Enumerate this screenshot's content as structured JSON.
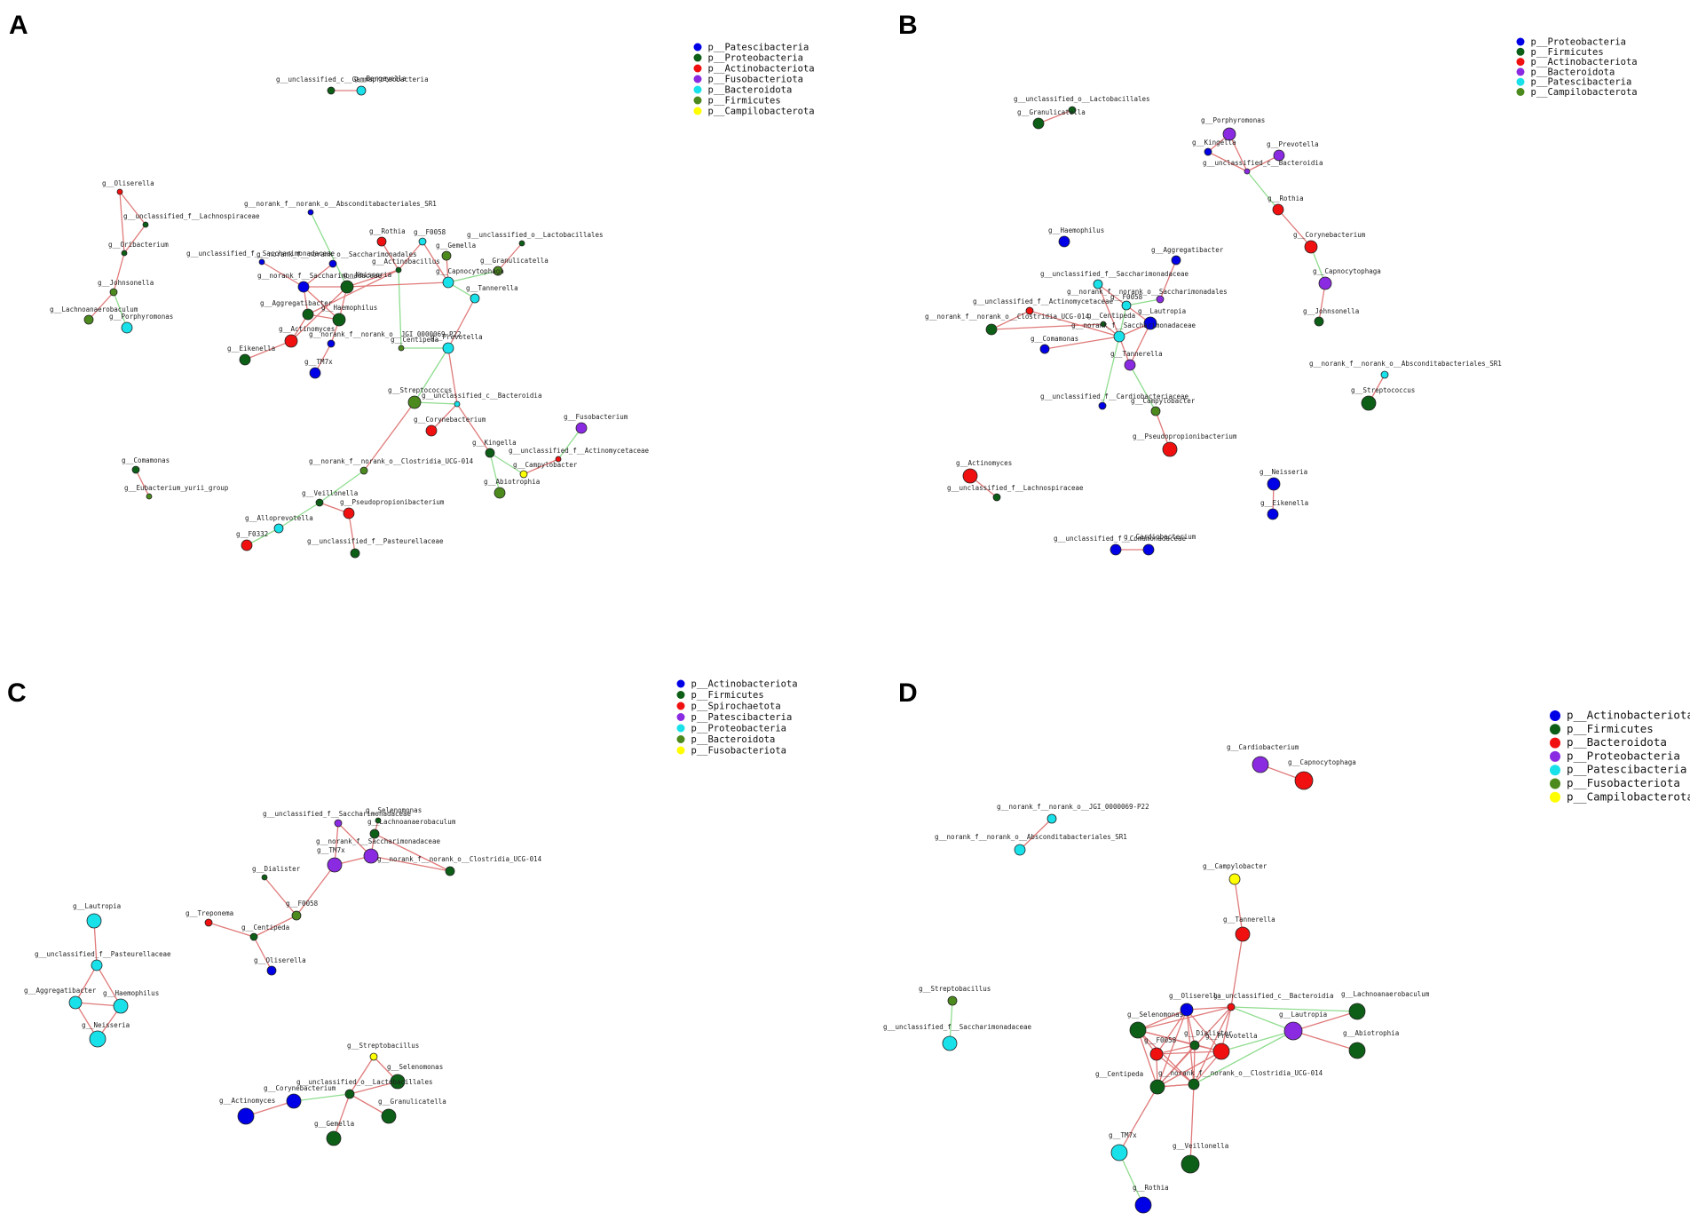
{
  "colors": {
    "blue": "#0000e6",
    "darkgreen": "#0d5e16",
    "red": "#f01010",
    "purple": "#8a2be2",
    "cyan": "#19e1ea",
    "olive": "#4c8a1e",
    "yellow": "#ffff00",
    "edge_pos": "#e07a7a",
    "edge_neg": "#8fdc8f",
    "outline": "#222222"
  },
  "panels": [
    {
      "letter": "A",
      "legend": [
        {
          "label": "p__Patescibacteria",
          "color": "blue"
        },
        {
          "label": "p__Proteobacteria",
          "color": "darkgreen"
        },
        {
          "label": "p__Actinobacteriota",
          "color": "red"
        },
        {
          "label": "p__Fusobacteriota",
          "color": "purple"
        },
        {
          "label": "p__Bacteroidota",
          "color": "cyan"
        },
        {
          "label": "p__Firmicutes",
          "color": "olive"
        },
        {
          "label": "p__Campilobacterota",
          "color": "yellow"
        }
      ],
      "nodes": [
        {
          "label": "g__unclassified_c__Gammaproteobacteria",
          "color": "darkgreen",
          "r": 4
        },
        {
          "label": "g__Bergeyella",
          "color": "cyan",
          "r": 5
        },
        {
          "label": "g__Oliserella",
          "color": "red",
          "r": 3
        },
        {
          "label": "g__unclassified_f__Lachnospiraceae",
          "color": "darkgreen",
          "r": 3
        },
        {
          "label": "g__Oribacterium",
          "color": "darkgreen",
          "r": 3
        },
        {
          "label": "g__Johnsonella",
          "color": "olive",
          "r": 4
        },
        {
          "label": "g__Lachnoanaerobaculum",
          "color": "olive",
          "r": 5
        },
        {
          "label": "g__Porphyromonas",
          "color": "cyan",
          "r": 6
        },
        {
          "label": "g__norank_f__norank_o__Absconditabacteriales_SR1",
          "color": "blue",
          "r": 3
        },
        {
          "label": "g__Rothia",
          "color": "red",
          "r": 5
        },
        {
          "label": "g__F0058",
          "color": "cyan",
          "r": 4
        },
        {
          "label": "g__unclassified_o__Lactobacillales",
          "color": "darkgreen",
          "r": 3
        },
        {
          "label": "g__Gemella",
          "color": "olive",
          "r": 5
        },
        {
          "label": "g__unclassified_f__Saccharimonadaceae",
          "color": "blue",
          "r": 3
        },
        {
          "label": "g__norank_f__norank_o__Saccharimonadales",
          "color": "blue",
          "r": 4
        },
        {
          "label": "g__Actinobacillus",
          "color": "darkgreen",
          "r": 3
        },
        {
          "label": "g__Capnocytophaga",
          "color": "cyan",
          "r": 6
        },
        {
          "label": "g__Granulicatella",
          "color": "olive",
          "r": 5
        },
        {
          "label": "g__norank_f__Saccharimonadaceae",
          "color": "blue",
          "r": 6
        },
        {
          "label": "g__Neisseria",
          "color": "darkgreen",
          "r": 7
        },
        {
          "label": "g__Tannerella",
          "color": "cyan",
          "r": 5
        },
        {
          "label": "g__Aggregatibacter",
          "color": "darkgreen",
          "r": 6
        },
        {
          "label": "g__Haemophilus",
          "color": "darkgreen",
          "r": 7
        },
        {
          "label": "g__Actinomyces",
          "color": "red",
          "r": 7
        },
        {
          "label": "g__norank_f__norank_o__JGI_0000069-P22",
          "color": "blue",
          "r": 4
        },
        {
          "label": "g__Centipeda",
          "color": "olive",
          "r": 3
        },
        {
          "label": "g__Prevotella",
          "color": "cyan",
          "r": 6
        },
        {
          "label": "g__Eikenella",
          "color": "darkgreen",
          "r": 6
        },
        {
          "label": "g__TM7x",
          "color": "blue",
          "r": 6
        },
        {
          "label": "g__Streptococcus",
          "color": "olive",
          "r": 7
        },
        {
          "label": "g__unclassified_c__Bacteroidia",
          "color": "cyan",
          "r": 3
        },
        {
          "label": "g__Corynebacterium",
          "color": "red",
          "r": 6
        },
        {
          "label": "g__Fusobacterium",
          "color": "purple",
          "r": 6
        },
        {
          "label": "g__Kingella",
          "color": "darkgreen",
          "r": 5
        },
        {
          "label": "g__unclassified_f__Actinomycetaceae",
          "color": "red",
          "r": 3
        },
        {
          "label": "g__Campylobacter",
          "color": "yellow",
          "r": 4
        },
        {
          "label": "g__Abiotrophia",
          "color": "olive",
          "r": 6
        },
        {
          "label": "g__norank_f__norank_o__Clostridia_UCG-014",
          "color": "olive",
          "r": 4
        },
        {
          "label": "g__Comamonas",
          "color": "darkgreen",
          "r": 4
        },
        {
          "label": "g__Eubacterium_yurii_group",
          "color": "olive",
          "r": 3
        },
        {
          "label": "g__Veillonella",
          "color": "darkgreen",
          "r": 4
        },
        {
          "label": "g__Pseudopropionibacterium",
          "color": "red",
          "r": 6
        },
        {
          "label": "g__Alloprevotella",
          "color": "cyan",
          "r": 5
        },
        {
          "label": "g__F0332",
          "color": "red",
          "r": 6
        },
        {
          "label": "g__unclassified_f__Pasteurellaceae",
          "color": "darkgreen",
          "r": 5
        }
      ]
    },
    {
      "letter": "B",
      "legend": [
        {
          "label": "p__Proteobacteria",
          "color": "blue"
        },
        {
          "label": "p__Firmicutes",
          "color": "darkgreen"
        },
        {
          "label": "p__Actinobacteriota",
          "color": "red"
        },
        {
          "label": "p__Bacteroidota",
          "color": "purple"
        },
        {
          "label": "p__Patescibacteria",
          "color": "cyan"
        },
        {
          "label": "p__Campilobacterota",
          "color": "olive"
        }
      ],
      "nodes": [
        {
          "label": "g__unclassified_o__Lactobacillales",
          "color": "darkgreen",
          "r": 4
        },
        {
          "label": "g__Granulicatella",
          "color": "darkgreen",
          "r": 6
        },
        {
          "label": "g__Porphyromonas",
          "color": "purple",
          "r": 7
        },
        {
          "label": "g__Kingella",
          "color": "blue",
          "r": 4
        },
        {
          "label": "g__Prevotella",
          "color": "purple",
          "r": 6
        },
        {
          "label": "g__unclassified_c__Bacteroidia",
          "color": "purple",
          "r": 3
        },
        {
          "label": "g__Rothia",
          "color": "red",
          "r": 6
        },
        {
          "label": "g__Corynebacterium",
          "color": "red",
          "r": 7
        },
        {
          "label": "g__Capnocytophaga",
          "color": "purple",
          "r": 7
        },
        {
          "label": "g__Johnsonella",
          "color": "darkgreen",
          "r": 5
        },
        {
          "label": "g__Haemophilus",
          "color": "blue",
          "r": 6
        },
        {
          "label": "g__Aggregatibacter",
          "color": "blue",
          "r": 5
        },
        {
          "label": "g__unclassified_f__Saccharimonadaceae",
          "color": "cyan",
          "r": 5
        },
        {
          "label": "g__unclassified_f__Actinomycetaceae",
          "color": "red",
          "r": 4
        },
        {
          "label": "g__norank_f__norank_o__Saccharimonadales",
          "color": "purple",
          "r": 4
        },
        {
          "label": "g__F0058",
          "color": "cyan",
          "r": 5
        },
        {
          "label": "g__Lautropia",
          "color": "blue",
          "r": 7
        },
        {
          "label": "g__norank_f__norank_o__Clostridia_UCG-014",
          "color": "darkgreen",
          "r": 6
        },
        {
          "label": "g__Centipeda",
          "color": "darkgreen",
          "r": 3
        },
        {
          "label": "g__norank_f__Saccharimonadaceae",
          "color": "cyan",
          "r": 6
        },
        {
          "label": "g__Comamonas",
          "color": "blue",
          "r": 5
        },
        {
          "label": "g__Tannerella",
          "color": "purple",
          "r": 6
        },
        {
          "label": "g__norank_f__norank_o__Absconditabacteriales_SR1",
          "color": "cyan",
          "r": 4
        },
        {
          "label": "g__Streptococcus",
          "color": "darkgreen",
          "r": 8
        },
        {
          "label": "g__unclassified_f__Cardiobacteriaceae",
          "color": "blue",
          "r": 4
        },
        {
          "label": "g__Campylobacter",
          "color": "olive",
          "r": 5
        },
        {
          "label": "g__Pseudopropionibacterium",
          "color": "red",
          "r": 8
        },
        {
          "label": "g__Actinomyces",
          "color": "red",
          "r": 8
        },
        {
          "label": "g__unclassified_f__Lachnospiraceae",
          "color": "darkgreen",
          "r": 4
        },
        {
          "label": "g__Neisseria",
          "color": "blue",
          "r": 7
        },
        {
          "label": "g__Eikenella",
          "color": "blue",
          "r": 6
        },
        {
          "label": "g__unclassified_f__Comamonadaceae",
          "color": "blue",
          "r": 6
        },
        {
          "label": "g__Cardiobacterium",
          "color": "blue",
          "r": 6
        }
      ]
    },
    {
      "letter": "C",
      "legend": [
        {
          "label": "p__Actinobacteriota",
          "color": "blue"
        },
        {
          "label": "p__Firmicutes",
          "color": "darkgreen"
        },
        {
          "label": "p__Spirochaetota",
          "color": "red"
        },
        {
          "label": "p__Patescibacteria",
          "color": "purple"
        },
        {
          "label": "p__Proteobacteria",
          "color": "cyan"
        },
        {
          "label": "p__Bacteroidota",
          "color": "olive"
        },
        {
          "label": "p__Fusobacteriota",
          "color": "yellow"
        }
      ],
      "nodes": [
        {
          "label": "g__unclassified_f__Saccharimonadaceae",
          "color": "purple",
          "r": 4
        },
        {
          "label": "g__Selenomonas",
          "color": "darkgreen",
          "r": 3
        },
        {
          "label": "g__Lachnoanaerobaculum",
          "color": "darkgreen",
          "r": 5
        },
        {
          "label": "g__norank_f__Saccharimonadaceae",
          "color": "purple",
          "r": 8
        },
        {
          "label": "g__TM7x",
          "color": "purple",
          "r": 8
        },
        {
          "label": "g__norank_f__norank_o__Clostridia_UCG-014",
          "color": "darkgreen",
          "r": 5
        },
        {
          "label": "g__Dialister",
          "color": "darkgreen",
          "r": 3
        },
        {
          "label": "g__F0058",
          "color": "olive",
          "r": 5
        },
        {
          "label": "g__Treponema",
          "color": "red",
          "r": 4
        },
        {
          "label": "g__Centipeda",
          "color": "darkgreen",
          "r": 4
        },
        {
          "label": "g__Oliserella",
          "color": "blue",
          "r": 5
        },
        {
          "label": "g__Lautropia",
          "color": "cyan",
          "r": 8
        },
        {
          "label": "g__unclassified_f__Pasteurellaceae",
          "color": "cyan",
          "r": 6
        },
        {
          "label": "g__Aggregatibacter",
          "color": "cyan",
          "r": 7
        },
        {
          "label": "g__Haemophilus",
          "color": "cyan",
          "r": 8
        },
        {
          "label": "g__Neisseria",
          "color": "cyan",
          "r": 9
        },
        {
          "label": "g__Streptobacillus",
          "color": "yellow",
          "r": 4
        },
        {
          "label": "g__Selenomonas",
          "color": "darkgreen",
          "r": 8
        },
        {
          "label": "g__unclassified_o__Lactobacillales",
          "color": "darkgreen",
          "r": 5
        },
        {
          "label": "g__Corynebacterium",
          "color": "blue",
          "r": 8
        },
        {
          "label": "g__Actinomyces",
          "color": "blue",
          "r": 9
        },
        {
          "label": "g__Granulicatella",
          "color": "darkgreen",
          "r": 8
        },
        {
          "label": "g__Gemella",
          "color": "darkgreen",
          "r": 8
        }
      ]
    },
    {
      "letter": "D",
      "legend": [
        {
          "label": "p__Actinobacteriota",
          "color": "blue"
        },
        {
          "label": "p__Firmicutes",
          "color": "darkgreen"
        },
        {
          "label": "p__Bacteroidota",
          "color": "red"
        },
        {
          "label": "p__Proteobacteria",
          "color": "purple"
        },
        {
          "label": "p__Patescibacteria",
          "color": "cyan"
        },
        {
          "label": "p__Fusobacteriota",
          "color": "olive"
        },
        {
          "label": "p__Campilobacterota",
          "color": "yellow"
        }
      ],
      "nodes": [
        {
          "label": "g__Cardiobacterium",
          "color": "purple",
          "r": 9
        },
        {
          "label": "g__Capnocytophaga",
          "color": "red",
          "r": 10
        },
        {
          "label": "g__norank_f__norank_o__JGI_0000069-P22",
          "color": "cyan",
          "r": 5
        },
        {
          "label": "g__norank_f__norank_o__Absconditabacteriales_SR1",
          "color": "cyan",
          "r": 6
        },
        {
          "label": "g__Campylobacter",
          "color": "yellow",
          "r": 6
        },
        {
          "label": "g__Tannerella",
          "color": "red",
          "r": 8
        },
        {
          "label": "g__Streptobacillus",
          "color": "olive",
          "r": 5
        },
        {
          "label": "g__unclassified_f__Saccharimonadaceae",
          "color": "cyan",
          "r": 8
        },
        {
          "label": "g__Oliserella",
          "color": "blue",
          "r": 7
        },
        {
          "label": "g__unclassified_c__Bacteroidia",
          "color": "red",
          "r": 4
        },
        {
          "label": "g__Selenomonas",
          "color": "darkgreen",
          "r": 9
        },
        {
          "label": "g__Dialister",
          "color": "darkgreen",
          "r": 5
        },
        {
          "label": "g__Prevotella",
          "color": "red",
          "r": 9
        },
        {
          "label": "g__F0058",
          "color": "red",
          "r": 7
        },
        {
          "label": "g__Lautropia",
          "color": "purple",
          "r": 10
        },
        {
          "label": "g__Lachnoanaerobaculum",
          "color": "darkgreen",
          "r": 9
        },
        {
          "label": "g__Abiotrophia",
          "color": "darkgreen",
          "r": 9
        },
        {
          "label": "g__norank_f__norank_o__Clostridia_UCG-014",
          "color": "darkgreen",
          "r": 6
        },
        {
          "label": "g__Centipeda",
          "color": "darkgreen",
          "r": 8
        },
        {
          "label": "g__TM7x",
          "color": "cyan",
          "r": 9
        },
        {
          "label": "g__Veillonella",
          "color": "darkgreen",
          "r": 10
        },
        {
          "label": "g__Rothia",
          "color": "blue",
          "r": 9
        }
      ]
    }
  ]
}
